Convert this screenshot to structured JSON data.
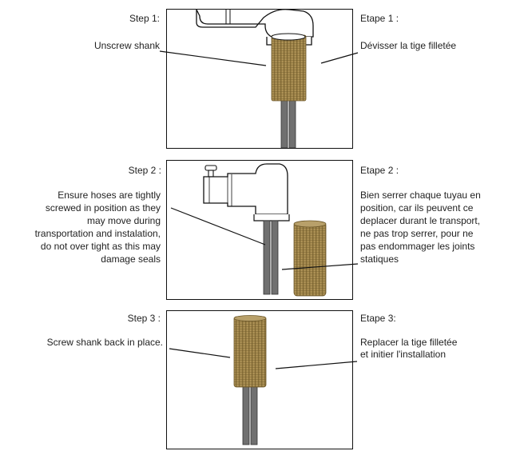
{
  "steps": [
    {
      "en_heading": "Step 1:",
      "fr_heading": "Etape 1 :",
      "en_text": [
        "Unscrew shank"
      ],
      "fr_text": [
        "Dévisser la tige filletée"
      ]
    },
    {
      "en_heading": "Step 2 :",
      "fr_heading": "Etape 2 :",
      "en_text": [
        "Ensure hoses are tightly",
        "screwed in position as they",
        "may move during",
        "transportation and instalation,",
        "do not over tight as this may",
        "damage seals"
      ],
      "fr_text": [
        "Bien serrer chaque tuyau en",
        "position, car ils peuvent ce",
        "deplacer durant le transport,",
        "ne pas trop serrer, pour ne",
        "pas endommager les joints",
        "statiques"
      ]
    },
    {
      "en_heading": "Step 3 :",
      "fr_heading": "Etape 3:",
      "en_text": [
        "Screw shank back in place."
      ],
      "fr_text": [
        "Replacer la tige filletée",
        "et initier l'installation"
      ]
    }
  ],
  "colors": {
    "shank": "#a3884e",
    "shank_dark": "#7d6633",
    "hose": "#6f6f6f",
    "outline": "#111111"
  }
}
